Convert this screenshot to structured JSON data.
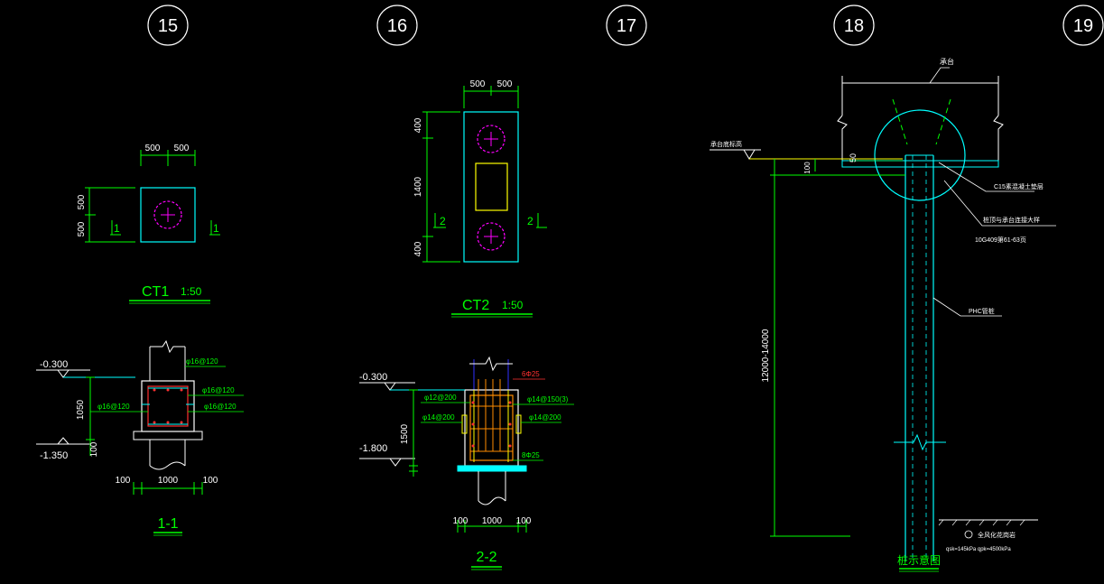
{
  "axes": [
    "15",
    "16",
    "17",
    "18",
    "19"
  ],
  "ct1": {
    "title": "CT1",
    "scale": "1:50",
    "dim_top_left": "500",
    "dim_top_right": "500",
    "dim_left_top": "500",
    "dim_left_bottom": "500",
    "section_left": "1",
    "section_right": "1"
  },
  "ct2": {
    "title": "CT2",
    "scale": "1:50",
    "dim_top_left": "500",
    "dim_top_right": "500",
    "dim_left_top": "400",
    "dim_left_mid": "1400",
    "dim_left_bottom": "400",
    "section_left": "2",
    "section_right": "2"
  },
  "section_1_1": {
    "title": "1-1",
    "elev_top": "-0.300",
    "elev_bottom": "-1.350",
    "dim_height": "1050",
    "dim_bottom_small": "100",
    "dim_width_left": "100",
    "dim_width_mid": "1000",
    "dim_width_right": "100",
    "rebar_1": "φ16@120",
    "rebar_2": "φ16@120",
    "rebar_3": "φ16@120",
    "rebar_4": "φ16@120"
  },
  "section_2_2": {
    "title": "2-2",
    "elev_top": "-0.300",
    "elev_bottom": "-1.800",
    "dim_height": "1500",
    "dim_width_left": "100",
    "dim_width_mid": "1000",
    "dim_width_right": "100",
    "rebar_top": "6Φ25",
    "rebar_left_1": "φ12@200",
    "rebar_left_2": "φ14@200",
    "rebar_right_1": "φ14@150(3)",
    "rebar_right_2": "φ14@200",
    "rebar_bottom": "8Φ25"
  },
  "pile_detail": {
    "title": "桩示意图",
    "label_top": "承台",
    "label_left": "承台底标高",
    "label_c15": "C15素混凝土垫层",
    "label_joint": "桩顶与承台连接大样",
    "label_ref": "10G409第61-63页",
    "label_phc": "PHC管桩",
    "dim_50": "50",
    "dim_100": "100",
    "dim_length": "12000-14000",
    "note_1": "全风化花岗岩",
    "note_2": "qsk=145kPa  qpk=4500kPa"
  },
  "colors": {
    "background": "#000000",
    "dim_green": "#00ff00",
    "outline_cyan": "#00ffff",
    "pile_magenta": "#ff00ff",
    "core_yellow": "#ffff00",
    "text_white": "#ffffff",
    "rebar_orange": "#ff8c00",
    "rebar_red": "#ff3030",
    "level_blue": "#3030ff"
  }
}
